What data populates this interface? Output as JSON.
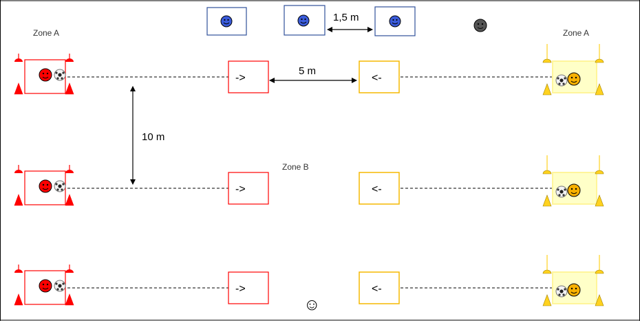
{
  "labels": {
    "zone_a_left": "Zone A",
    "zone_a_right": "Zone A",
    "zone_b": "Zone B",
    "dist_1_5m": "1,5 m",
    "dist_5m": "5 m",
    "dist_10m": "10 m",
    "arrow_right": "->",
    "arrow_left": "<-",
    "neutral_face": "☺"
  },
  "colors": {
    "team_red": "#ff0000",
    "team_yellow": "#ffd21f",
    "team_blue": "#3a5bd9",
    "box_blue": "#2f4f9a",
    "box_yellow": "#f5b800",
    "goal_yellow_fill": "#ffffc8",
    "referee_gray": "#555555",
    "frame": "#000000"
  },
  "icons": {
    "player": "smiley-face-icon",
    "ball": "soccer-ball-icon",
    "cone": "triangle-cone-icon",
    "post": "goal-post-icon"
  },
  "lanes": 3
}
